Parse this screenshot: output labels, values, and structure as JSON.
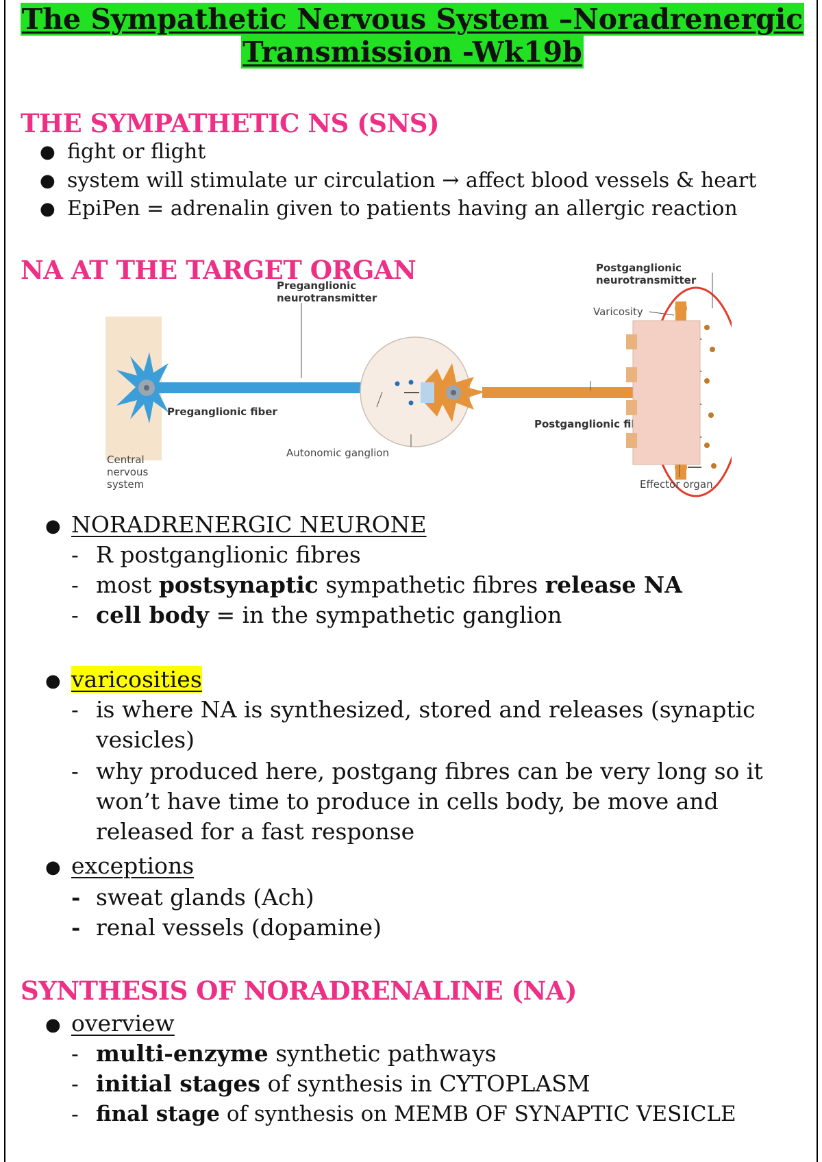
{
  "title": {
    "line1": "The Sympathetic Nervous System –Noradrenergic",
    "line2": "Transmission -Wk19b"
  },
  "section1": {
    "heading": "THE SYMPATHETIC NS (SNS)",
    "bullets": [
      "fight or flight",
      "system will stimulate ur circulation → affect blood vessels & heart",
      "EpiPen = adrenalin given to patients having an allergic reaction"
    ]
  },
  "section2": {
    "heading": "NA AT THE TARGET ORGAN",
    "diagram": {
      "cns_label": [
        "Central",
        "nervous",
        "system"
      ],
      "pre_nt_label": [
        "Preganglionic",
        "neurotransmitter"
      ],
      "post_nt_label": [
        "Postganglionic",
        "neurotransmitter"
      ],
      "varicosity_label": "Varicosity",
      "pre_fiber_label": "Preganglionic fiber",
      "post_fiber_label": "Postganglionic fiber",
      "ganglion_label": "Autonomic ganglion",
      "effector_label": "Effector organ"
    },
    "noradrenergic": {
      "heading": "NORADRENERGIC NEURONE ",
      "item1": "R postganglionic fibres",
      "item2_pre": "most ",
      "item2_bold1": "postsynaptic",
      "item2_mid": " sympathetic fibres ",
      "item2_bold2": "release NA",
      "item3_bold": "cell body",
      "item3_rest": " = in the sympathetic ganglion"
    },
    "varicosities": {
      "heading": "varicosities ",
      "item1_line1": "is where NA is synthesized, stored and releases (synaptic",
      "item1_line2": "vesicles)",
      "item2_line1": "why produced here, postgang fibres can be very long so it",
      "item2_line2": "won’t have time to produce in cells body, be move and",
      "item2_line3": "released for a fast response"
    },
    "exceptions": {
      "heading": "exceptions ",
      "items": [
        "sweat glands (Ach)",
        "renal vessels (dopamine)"
      ]
    }
  },
  "section3": {
    "heading": "SYNTHESIS OF NORADRENALINE (NA)",
    "overview": {
      "heading": "overview ",
      "item1_bold": "multi-enzyme",
      "item1_rest": " synthetic pathways",
      "item2_bold": "initial stages",
      "item2_rest": " of synthesis in CYTOPLASM",
      "item3_bold": "final stage",
      "item3_rest": " of synthesis on MEMB OF SYNAPTIC VESICLE"
    }
  },
  "colors": {
    "heading": "#ee2f86",
    "title_highlight": "#22e022",
    "varicosities_highlight": "#ffff00",
    "pre_neuron": "#3c9ed8",
    "post_neuron": "#e6943b",
    "ellipse": "#e23b2b"
  }
}
